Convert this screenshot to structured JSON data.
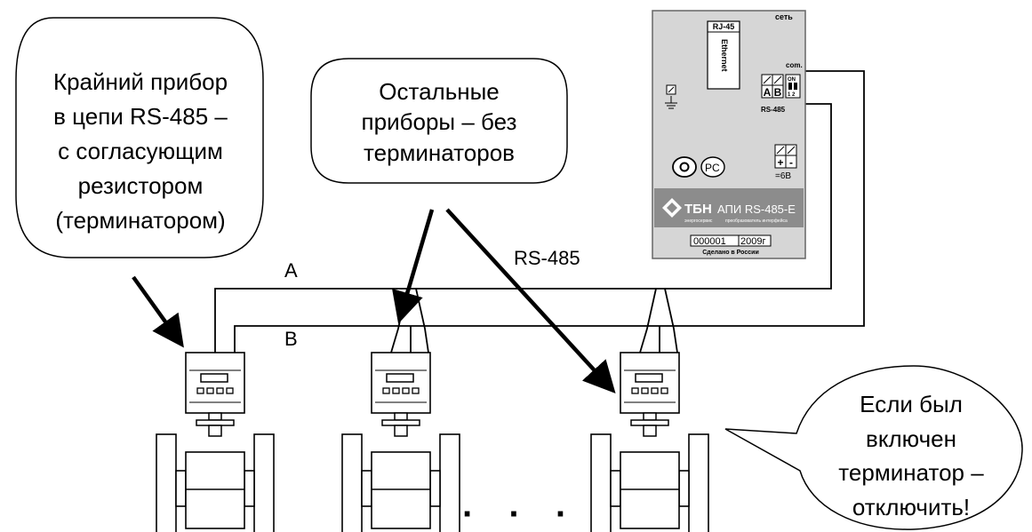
{
  "bubbles": {
    "left": {
      "lines": [
        "Крайний прибор",
        "в цепи RS-485 –",
        "с согласующим",
        "резистором",
        "(терминатором)"
      ]
    },
    "middle": {
      "lines": [
        "Остальные",
        "приборы – без",
        "терминаторов"
      ]
    },
    "right": {
      "lines": [
        "Если был",
        "включен",
        "терминатор –",
        "отключить!"
      ]
    }
  },
  "wires": {
    "a_label": "A",
    "b_label": "B",
    "bus_label": "RS-485"
  },
  "ellipsis": "· · ·",
  "converter": {
    "port_label": "RJ-45",
    "port_sub": "Ethernet",
    "top_right_label": "сеть",
    "com_label": "com.",
    "switch_on": "ON",
    "switch_nums": "1 2",
    "terminal_a": "A",
    "terminal_b": "B",
    "rs485_label": "RS-485",
    "power_plus": "+",
    "power_minus": "-",
    "power_label": "=6В",
    "brand_logo": "ТБН",
    "brand_name": "АПИ RS-485-E",
    "brand_sub": "энергосервис",
    "brand_desc": "преобразователь интерфейса",
    "serial": "000001",
    "year": "2009г",
    "made_in": "Сделано в России"
  }
}
